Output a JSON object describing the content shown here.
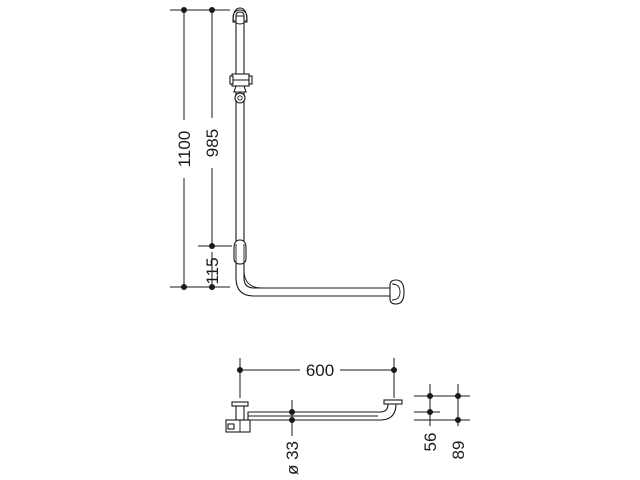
{
  "dimensions": {
    "total_height": "1100",
    "upper_height": "985",
    "lower_height": "115",
    "horizontal_length": "600",
    "diameter": "ø 33",
    "depth_short": "56",
    "depth_long": "89"
  }
}
